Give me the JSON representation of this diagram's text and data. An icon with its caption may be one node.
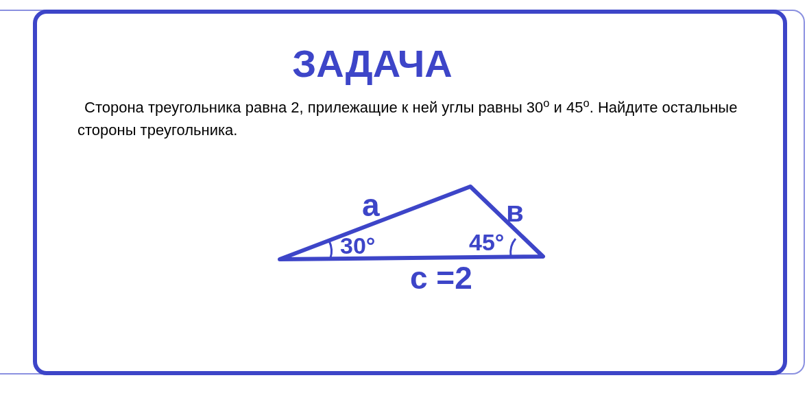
{
  "diagram": {
    "title": "ЗАДАЧА",
    "labels": [
      "Сторона треугольника равна 2, прилежащие к ней углы равны 30$^{o}$ и 45$^{o}$. Найдите остальные стороны треугольника.",
      "а",
      "в",
      "30°",
      "45°",
      "с =2"
    ]
  }
}
